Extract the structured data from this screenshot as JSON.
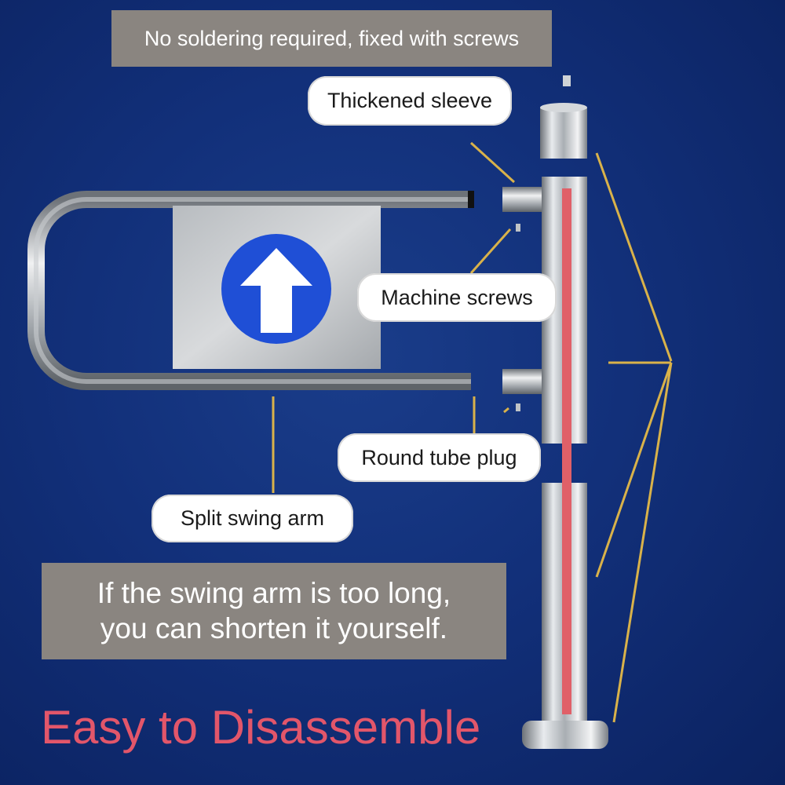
{
  "header": {
    "note": "No soldering required, fixed with screws"
  },
  "labels": {
    "sleeve": "Thickened sleeve",
    "screws": "Machine screws",
    "plug": "Round tube plug",
    "arm": "Split swing arm"
  },
  "info": {
    "line1": "If the swing arm is too long,",
    "line2": "you can shorten it yourself."
  },
  "footer": {
    "title": "Easy to Disassemble"
  },
  "colors": {
    "background": "#12307a",
    "accent_red": "#e2566a",
    "leader_line": "#d9b24a",
    "sign_blue": "#1f4fd6"
  }
}
